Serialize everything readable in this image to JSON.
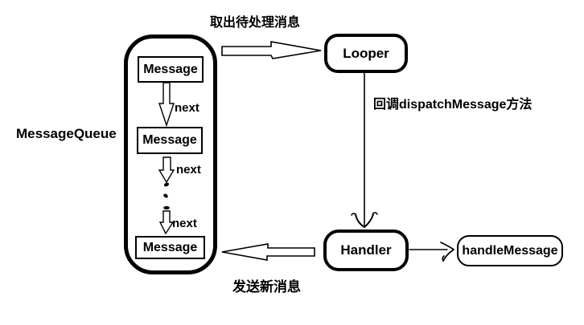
{
  "diagram": {
    "queue": {
      "label": "MessageQueue",
      "messages": [
        "Message",
        "Message",
        "Message"
      ],
      "next_label": "next"
    },
    "nodes": {
      "looper": "Looper",
      "handler": "Handler",
      "handle_message": "handleMessage"
    },
    "edges": {
      "fetch": "取出待处理消息",
      "dispatch": "回调dispatchMessage方法",
      "send": "发送新消息"
    },
    "colors": {
      "ink": "#000000",
      "background": "#ffffff"
    }
  }
}
